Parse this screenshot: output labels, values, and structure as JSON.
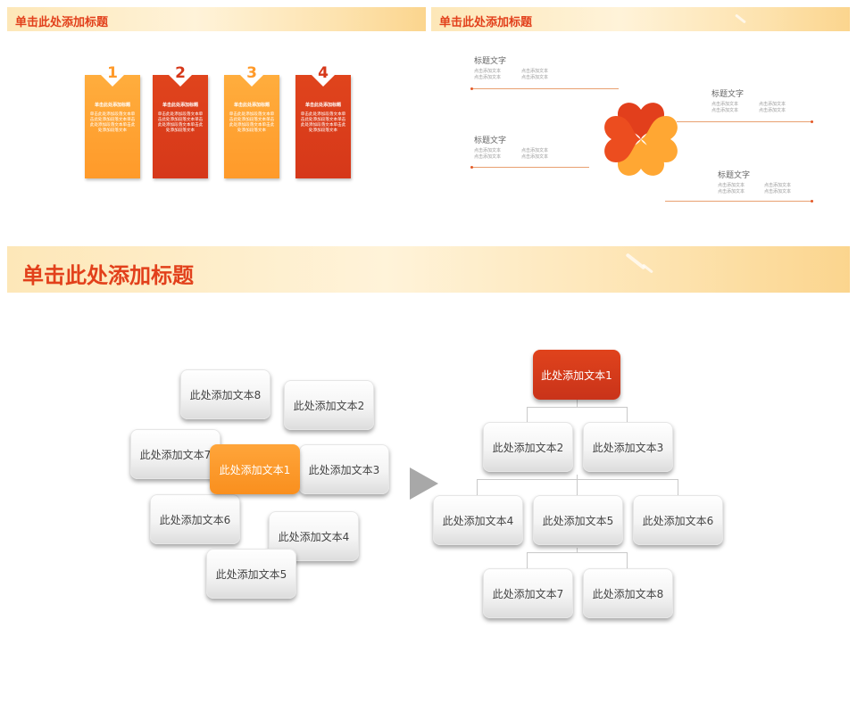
{
  "slide_a": {
    "title": "单击此处添加标题",
    "cards": [
      {
        "num": "1",
        "title": "单击此处添加标题",
        "body": "单击此处添加段落文本单击此处添加段落文本单击此处添加段落文本单击此处添加段落文本"
      },
      {
        "num": "2",
        "title": "单击此处添加标题",
        "body": "单击此处添加段落文本单击此处添加段落文本单击此处添加段落文本单击此处添加段落文本"
      },
      {
        "num": "3",
        "title": "单击此处添加标题",
        "body": "单击此处添加段落文本单击此处添加段落文本单击此处添加段落文本单击此处添加段落文本"
      },
      {
        "num": "4",
        "title": "单击此处添加标题",
        "body": "单击此处添加段落文本单击此处添加段落文本单击此处添加段落文本单击此处添加段落文本"
      }
    ]
  },
  "slide_b": {
    "title": "单击此处添加标题",
    "labels": [
      {
        "title": "标题文字",
        "lines": [
          "点击添加文本",
          "点击添加文本",
          "点击添加文本",
          "点击添加文本"
        ]
      },
      {
        "title": "标题文字",
        "lines": [
          "点击添加文本",
          "点击添加文本",
          "点击添加文本",
          "点击添加文本"
        ]
      },
      {
        "title": "标题文字",
        "lines": [
          "点击添加文本",
          "点击添加文本",
          "点击添加文本",
          "点击添加文本"
        ]
      },
      {
        "title": "标题文字",
        "lines": [
          "点击添加文本",
          "点击添加文本",
          "点击添加文本",
          "点击添加文本"
        ]
      }
    ],
    "colors": {
      "red": "#e23f1c",
      "orange_red": "#ec4d1f",
      "orange": "#ffa733"
    }
  },
  "slide_c": {
    "title": "单击此处添加标题",
    "scatter": [
      "此处添加文本1",
      "此处添加文本2",
      "此处添加文本3",
      "此处添加文本4",
      "此处添加文本5",
      "此处添加文本6",
      "此处添加文本7",
      "此处添加文本8"
    ],
    "tree": [
      "此处添加文本1",
      "此处添加文本2",
      "此处添加文本3",
      "此处添加文本4",
      "此处添加文本5",
      "此处添加文本6",
      "此处添加文本7",
      "此处添加文本8"
    ],
    "arrow_icon": "triangle-right",
    "colors": {
      "highlight_orange": "#f99322",
      "highlight_red": "#d23a1a",
      "title": "#e2401b"
    }
  }
}
